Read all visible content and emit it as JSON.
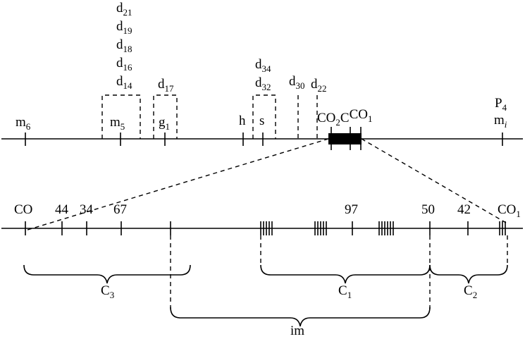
{
  "top_line": {
    "markers": [
      {
        "label": "m",
        "sub": "6"
      },
      {
        "label": "m",
        "sub": "5"
      },
      {
        "label": "g",
        "sub": "1"
      },
      {
        "label": "h",
        "sub": ""
      },
      {
        "label": "s",
        "sub": ""
      }
    ],
    "stacked_left": [
      {
        "label": "d",
        "sub": "21"
      },
      {
        "label": "d",
        "sub": "19"
      },
      {
        "label": "d",
        "sub": "18"
      },
      {
        "label": "d",
        "sub": "16"
      },
      {
        "label": "d",
        "sub": "14"
      }
    ],
    "d17": {
      "label": "d",
      "sub": "17"
    },
    "stacked_mid": [
      {
        "label": "d",
        "sub": "34"
      },
      {
        "label": "d",
        "sub": "32"
      }
    ],
    "d30": {
      "label": "d",
      "sub": "30"
    },
    "d22": {
      "label": "d",
      "sub": "22"
    },
    "region": [
      {
        "label": "CO",
        "sub": "2"
      },
      {
        "label": "C",
        "sub": ""
      },
      {
        "label": "CO",
        "sub": "1"
      }
    ],
    "right_marker": [
      {
        "label": "P",
        "sub": "4"
      },
      {
        "label": "m",
        "sub": "i"
      }
    ]
  },
  "bottom_line": {
    "markers": [
      {
        "label": "CO",
        "sub": ""
      },
      {
        "label": "44",
        "sub": ""
      },
      {
        "label": "34",
        "sub": ""
      },
      {
        "label": "67",
        "sub": ""
      },
      {
        "label": "97",
        "sub": ""
      },
      {
        "label": "50",
        "sub": ""
      },
      {
        "label": "42",
        "sub": ""
      },
      {
        "label": "CO",
        "sub": "1"
      }
    ]
  },
  "brackets": [
    {
      "label": "C",
      "sub": "3"
    },
    {
      "label": "C",
      "sub": "1"
    },
    {
      "label": "C",
      "sub": "2"
    },
    {
      "label": "im",
      "sub": ""
    }
  ]
}
